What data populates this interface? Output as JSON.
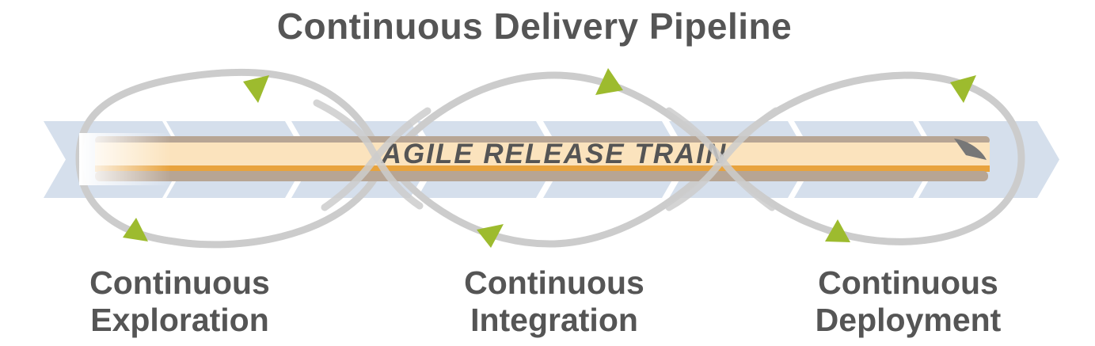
{
  "title": "Continuous Delivery Pipeline",
  "train": {
    "label": "AGILE RELEASE TRAIN"
  },
  "stages": [
    {
      "line1": "Continuous",
      "line2": "Exploration"
    },
    {
      "line1": "Continuous",
      "line2": "Integration"
    },
    {
      "line1": "Continuous",
      "line2": "Deployment"
    }
  ],
  "colors": {
    "title_text": "#555555",
    "chevron": "#d5dfec",
    "loop": "#cccccc",
    "arrow": "#9dbb2e",
    "train_body": "#fbe3bd",
    "train_stripe": "#e8a33d",
    "train_rail": "#b7a594"
  }
}
